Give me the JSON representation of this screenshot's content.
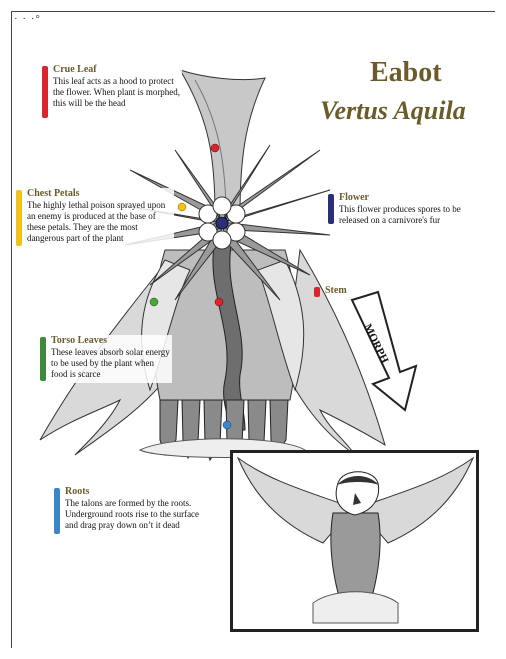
{
  "header": {
    "title": "Eabot",
    "subtitle": "Vertus Aquila"
  },
  "labels": {
    "crue_leaf": {
      "heading": "Crue Leaf",
      "text": "This leaf acts as a hood to protect the flower. When plant is morphed, this will be the head",
      "color": "#d8262f"
    },
    "chest_petals": {
      "heading": "Chest Petals",
      "text": "The highly lethal poison sprayed upon an enemy is produced at the base of these petals. They are the most dangerous part of the plant",
      "color": "#f2c21b"
    },
    "flower": {
      "heading": "Flower",
      "text": "This flower produces spores to be released on a carnivore's fur",
      "color": "#2b2f7a"
    },
    "stem": {
      "heading": "Stem",
      "color": "#d8262f"
    },
    "torso_leaves": {
      "heading": "Torso Leaves",
      "text": "These leaves absorb solar energy to be used by the plant when food is scarce",
      "color": "#3f8a3a"
    },
    "roots": {
      "heading": "Roots",
      "text": "The talons are formed by the roots. Underground roots rise to the surface and drag pray down on’t it dead",
      "color": "#3b86c9"
    }
  },
  "arrow": {
    "text": "MORPH"
  },
  "marker_colors": {
    "red": "#d8262f",
    "yellow": "#f2c21b",
    "green": "#4aa33b",
    "blue": "#3b86c9",
    "navy": "#2b2f7a"
  }
}
